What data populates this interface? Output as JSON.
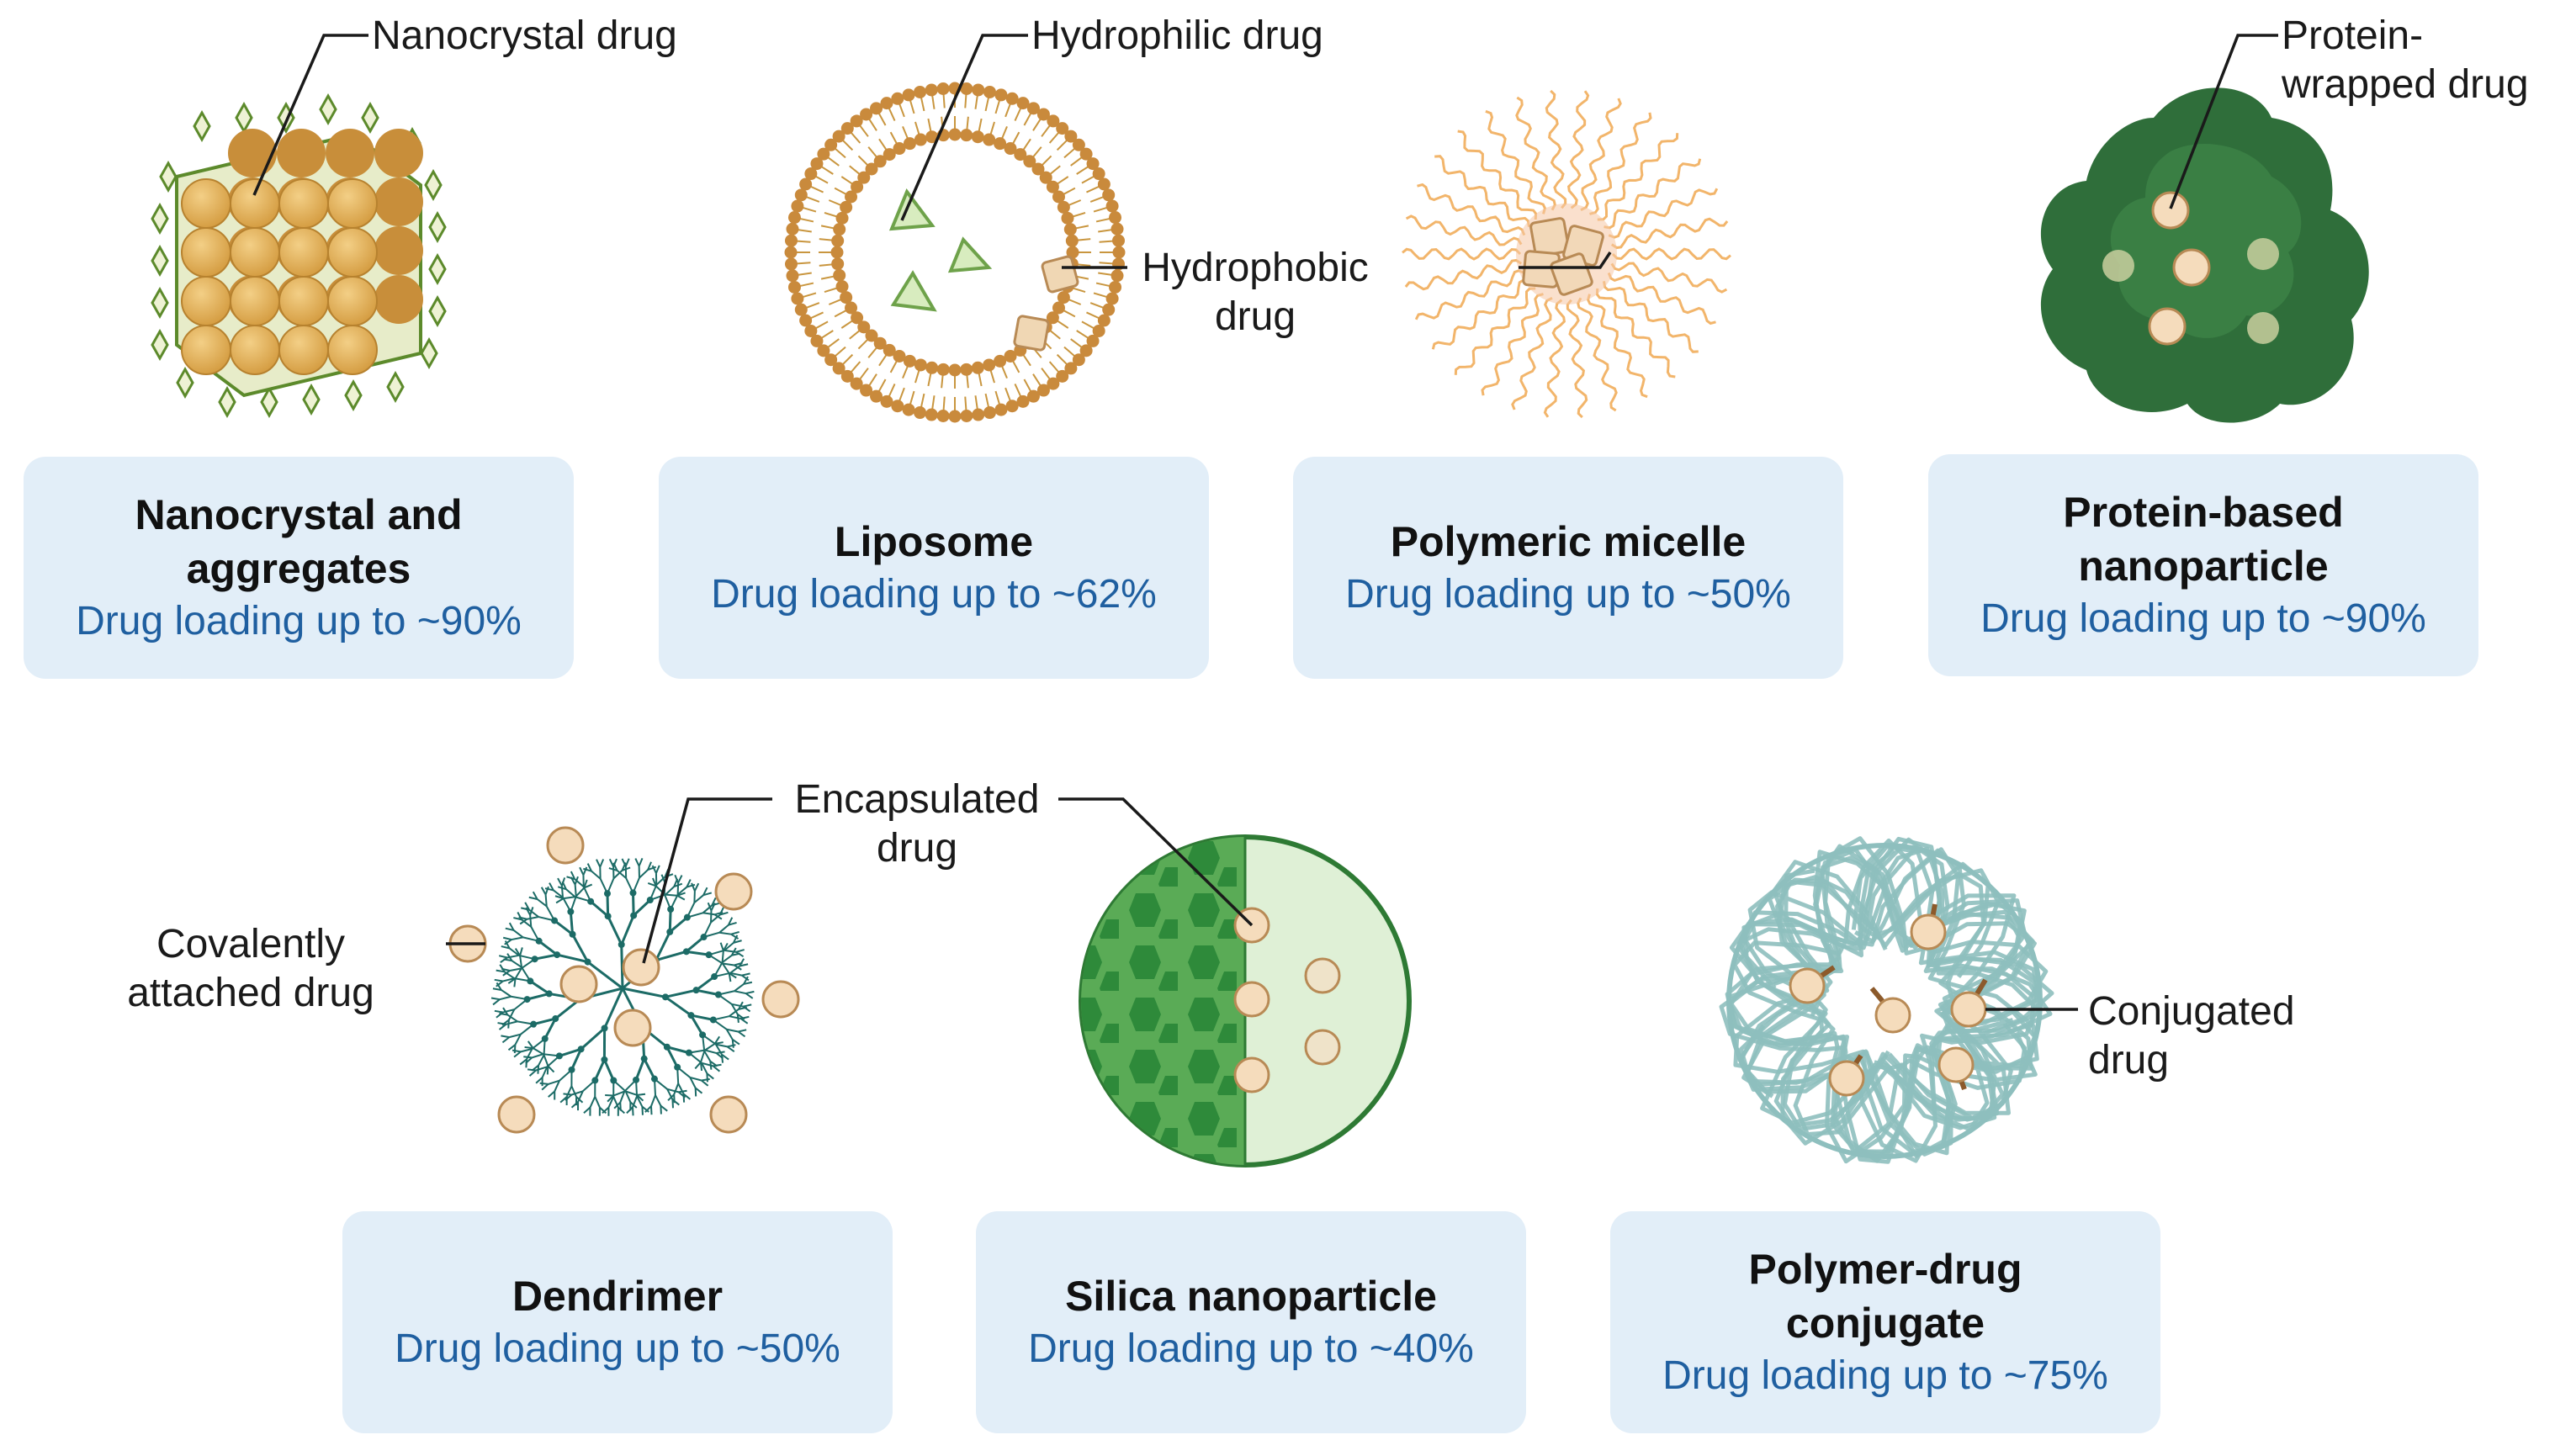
{
  "colors": {
    "card_background": "#e2eef8",
    "title_text": "#111111",
    "loading_text": "#1f5fa0",
    "nanocrystal": "#e3b25a",
    "lipid_head": "#c98a3c",
    "micelle_tail": "#f2b56b",
    "protein": "#2f6e3a",
    "dendrimer": "#1c6b66",
    "silica": "#3f9a44",
    "polymer": "#8ebfbe",
    "drug_bead": "#f5dcbc"
  },
  "carriers": [
    {
      "title": "Nanocrystal and\naggregates",
      "loading": "Drug loading up to ~90%",
      "icon": "nanocrystal-icon"
    },
    {
      "title": "Liposome",
      "loading": "Drug loading up to ~62%",
      "icon": "liposome-icon"
    },
    {
      "title": "Polymeric micelle",
      "loading": "Drug loading up to ~50%",
      "icon": "micelle-icon"
    },
    {
      "title": "Protein-based\nnanoparticle",
      "loading": "Drug loading up to ~90%",
      "icon": "protein-nanoparticle-icon"
    },
    {
      "title": "Dendrimer",
      "loading": "Drug loading up to ~50%",
      "icon": "dendrimer-icon"
    },
    {
      "title": "Silica nanoparticle",
      "loading": "Drug loading up to ~40%",
      "icon": "silica-nanoparticle-icon"
    },
    {
      "title": "Polymer-drug\nconjugate",
      "loading": "Drug loading up to ~75%",
      "icon": "polymer-conjugate-icon"
    }
  ],
  "callouts": {
    "nanocrystal_drug": "Nanocrystal drug",
    "hydrophilic_drug": "Hydrophilic drug",
    "hydrophobic_drug": [
      "Hydrophobic",
      "drug"
    ],
    "protein_wrapped_drug": [
      "Protein-",
      "wrapped drug"
    ],
    "encapsulated_drug": [
      "Encapsulated",
      "drug"
    ],
    "covalently_attached_drug": [
      "Covalently",
      "attached drug"
    ],
    "conjugated_drug": [
      "Conjugated",
      "drug"
    ]
  }
}
